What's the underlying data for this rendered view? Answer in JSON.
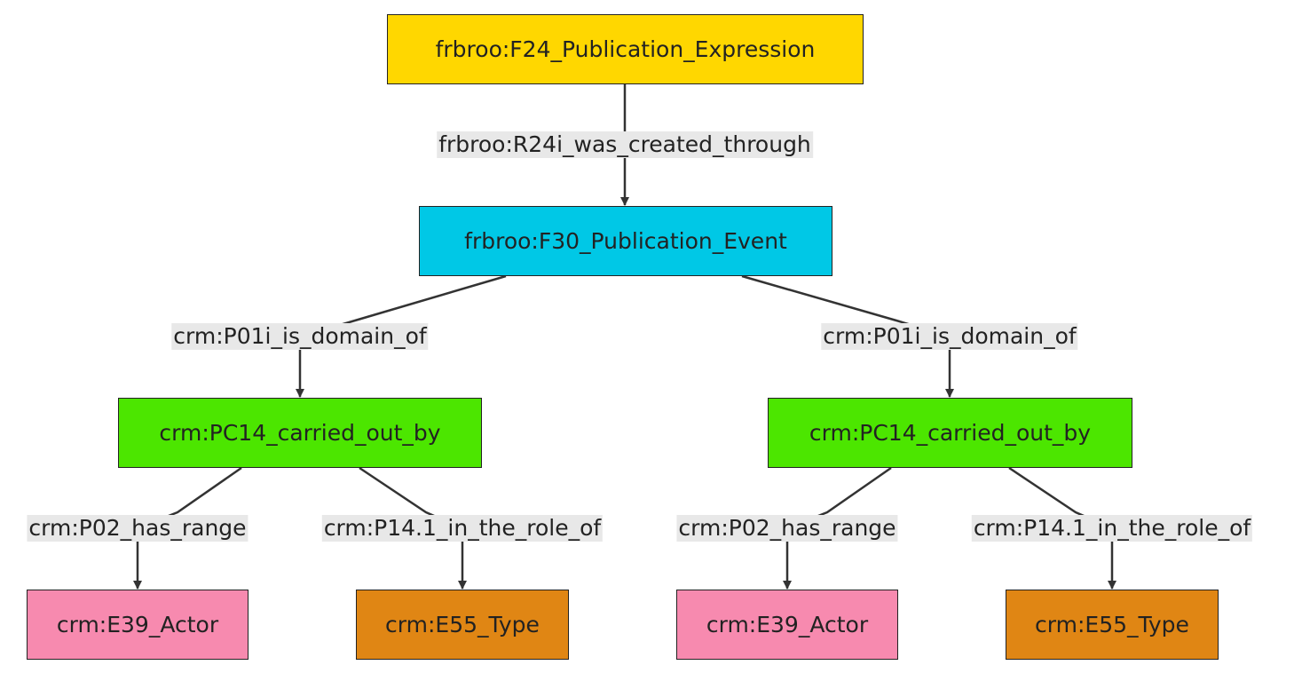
{
  "diagram": {
    "type": "flowchart",
    "nodes": {
      "pub_expression": {
        "label": "frbroo:F24_Publication_Expression",
        "color": "#ffd700"
      },
      "pub_event": {
        "label": "frbroo:F30_Publication_Event",
        "color": "#00c8e6"
      },
      "carried_out_left": {
        "label": "crm:PC14_carried_out_by",
        "color": "#4ce600"
      },
      "carried_out_right": {
        "label": "crm:PC14_carried_out_by",
        "color": "#4ce600"
      },
      "actor_left": {
        "label": "crm:E39_Actor",
        "color": "#f78aaf"
      },
      "type_left": {
        "label": "crm:E55_Type",
        "color": "#e08614"
      },
      "actor_right": {
        "label": "crm:E39_Actor",
        "color": "#f78aaf"
      },
      "type_right": {
        "label": "crm:E55_Type",
        "color": "#e08614"
      }
    },
    "edges": {
      "created_through": {
        "from": "pub_expression",
        "to": "pub_event",
        "label": "frbroo:R24i_was_created_through"
      },
      "domain_left": {
        "from": "pub_event",
        "to": "carried_out_left",
        "label": "crm:P01i_is_domain_of"
      },
      "domain_right": {
        "from": "pub_event",
        "to": "carried_out_right",
        "label": "crm:P01i_is_domain_of"
      },
      "range_left": {
        "from": "carried_out_left",
        "to": "actor_left",
        "label": "crm:P02_has_range"
      },
      "role_left": {
        "from": "carried_out_left",
        "to": "type_left",
        "label": "crm:P14.1_in_the_role_of"
      },
      "range_right": {
        "from": "carried_out_right",
        "to": "actor_right",
        "label": "crm:P02_has_range"
      },
      "role_right": {
        "from": "carried_out_right",
        "to": "type_right",
        "label": "crm:P14.1_in_the_role_of"
      }
    }
  }
}
